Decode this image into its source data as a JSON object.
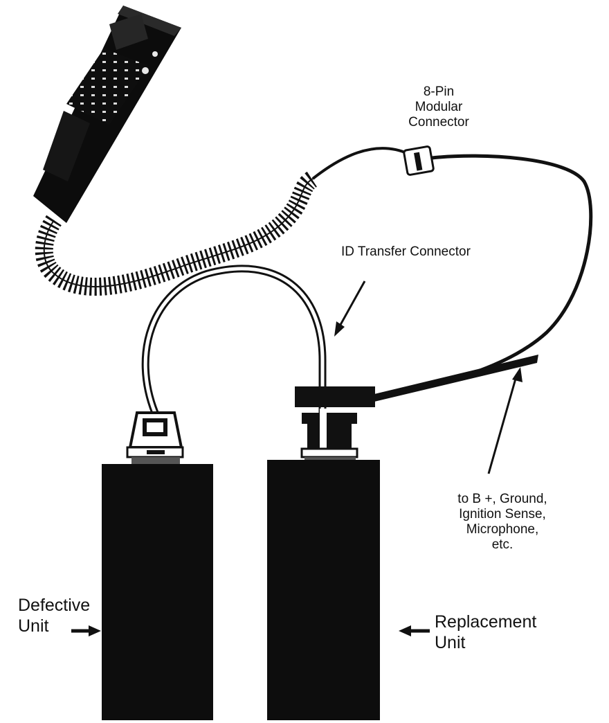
{
  "labels": {
    "modular_connector": [
      "8-Pin",
      "Modular",
      "Connector"
    ],
    "id_transfer_connector": "ID Transfer Connector",
    "power_leads": [
      "to B +, Ground,",
      "Ignition Sense,",
      "Microphone,",
      "etc."
    ],
    "defective_unit": [
      "Defective",
      "Unit"
    ],
    "replacement_unit": [
      "Replacement",
      "Unit"
    ]
  },
  "colors": {
    "ink": "#111111",
    "paper": "#ffffff"
  }
}
